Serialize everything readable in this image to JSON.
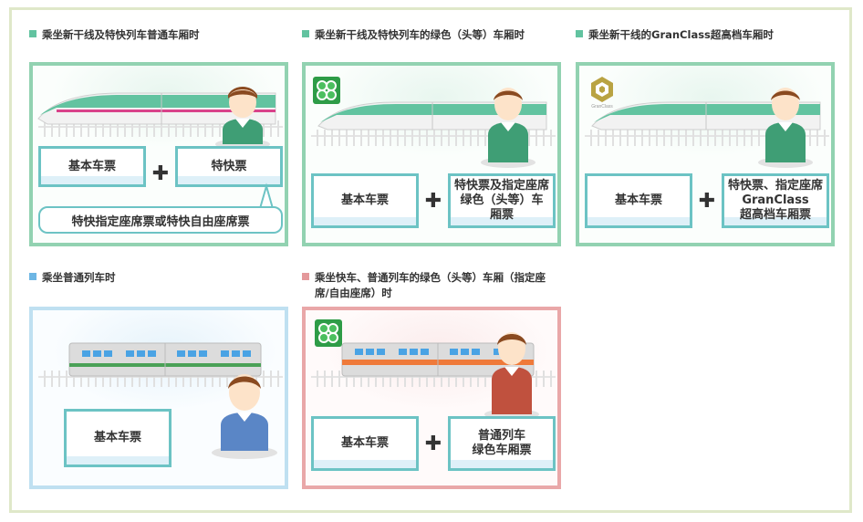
{
  "sections": [
    {
      "caption": "乘坐新干线及特快列车普通车厢时",
      "ticket1": "基本车票",
      "plus": "✚",
      "ticket2": "特快票",
      "note": "特快指定座席票或特快自由座席票"
    },
    {
      "caption": "乘坐新干线及特快列车的绿色（头等）车厢时",
      "ticket1": "基本车票",
      "plus": "✚",
      "ticket2_l1": "特快票及指定座席",
      "ticket2_l2": "绿色（头等）车",
      "ticket2_l3": "厢票"
    },
    {
      "caption": "乘坐新干线的GranClass超高档车厢时",
      "ticket1": "基本车票",
      "plus": "✚",
      "ticket2_l1": "特快票、指定座席",
      "ticket2_l2": "GranClass",
      "ticket2_l3": "超高档车厢票",
      "logo_text": "GranClass"
    },
    {
      "caption": "乘坐普通列车时",
      "ticket1": "基本车票"
    },
    {
      "caption_l1": "乘坐快车、普通列车的绿色（头等）车厢（指定座",
      "caption_l2": "席/自由座席）时",
      "ticket1": "基本车票",
      "plus": "✚",
      "ticket2_l1": "普通列车",
      "ticket2_l2": "绿色车厢票"
    }
  ],
  "colors": {
    "green": "#62c3a0",
    "blue": "#6db6e4",
    "pink": "#e4999b",
    "teal": "#6cc3c4"
  },
  "icons": [
    "clover-icon",
    "granclass-icon",
    "person-icon",
    "train-icon"
  ]
}
